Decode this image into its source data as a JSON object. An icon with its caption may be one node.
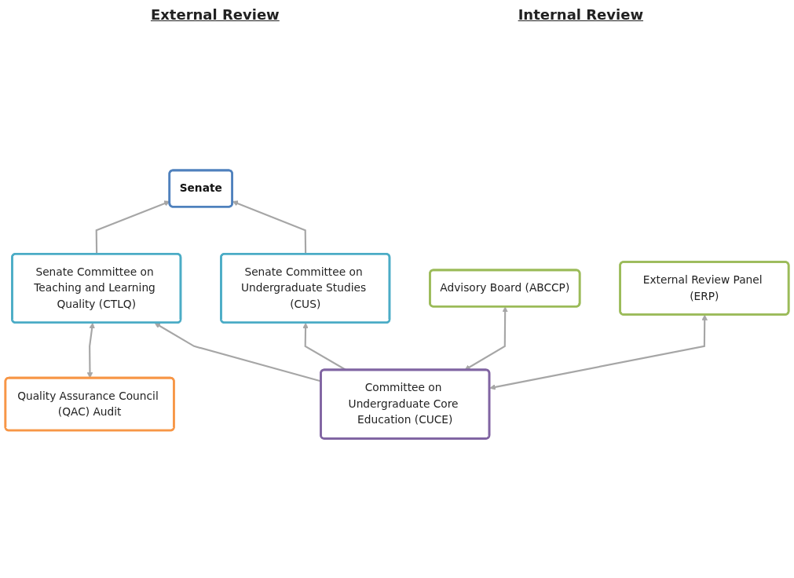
{
  "diagram": {
    "nodes": [
      {
        "text": [
          "Senate"
        ]
      },
      {
        "text": [
          "Quality Assurance Council (QAC) Audit"
        ]
      },
      {
        "text": [
          "Senate Committee on Teaching and Learning Quality (CTLQ)"
        ]
      },
      {
        "text": [
          "Senate Committee on Undergraduate Studies (CUS)"
        ]
      },
      {
        "text": [
          "Advisory Board (ABCCP)"
        ]
      },
      {
        "text": [
          "Committee on Undergraduate Core Education (CUCE)"
        ]
      },
      {
        "text": [
          "External Review Panel (ERP)"
        ]
      }
    ],
    "edges": [
      {
        "from": 2,
        "to": 0,
        "arrow": "to"
      },
      {
        "from": 3,
        "to": 0,
        "arrow": "to"
      },
      {
        "from": 1,
        "to": 2,
        "arrow": "both"
      },
      {
        "from": 5,
        "to": 2,
        "arrow": "to"
      },
      {
        "from": 5,
        "to": 3,
        "arrow": "to"
      },
      {
        "from": 5,
        "to": 4,
        "arrow": "both"
      },
      {
        "from": 5,
        "to": 6,
        "arrow": "both"
      }
    ],
    "labels": [
      "External Review",
      "Internal Review"
    ]
  }
}
